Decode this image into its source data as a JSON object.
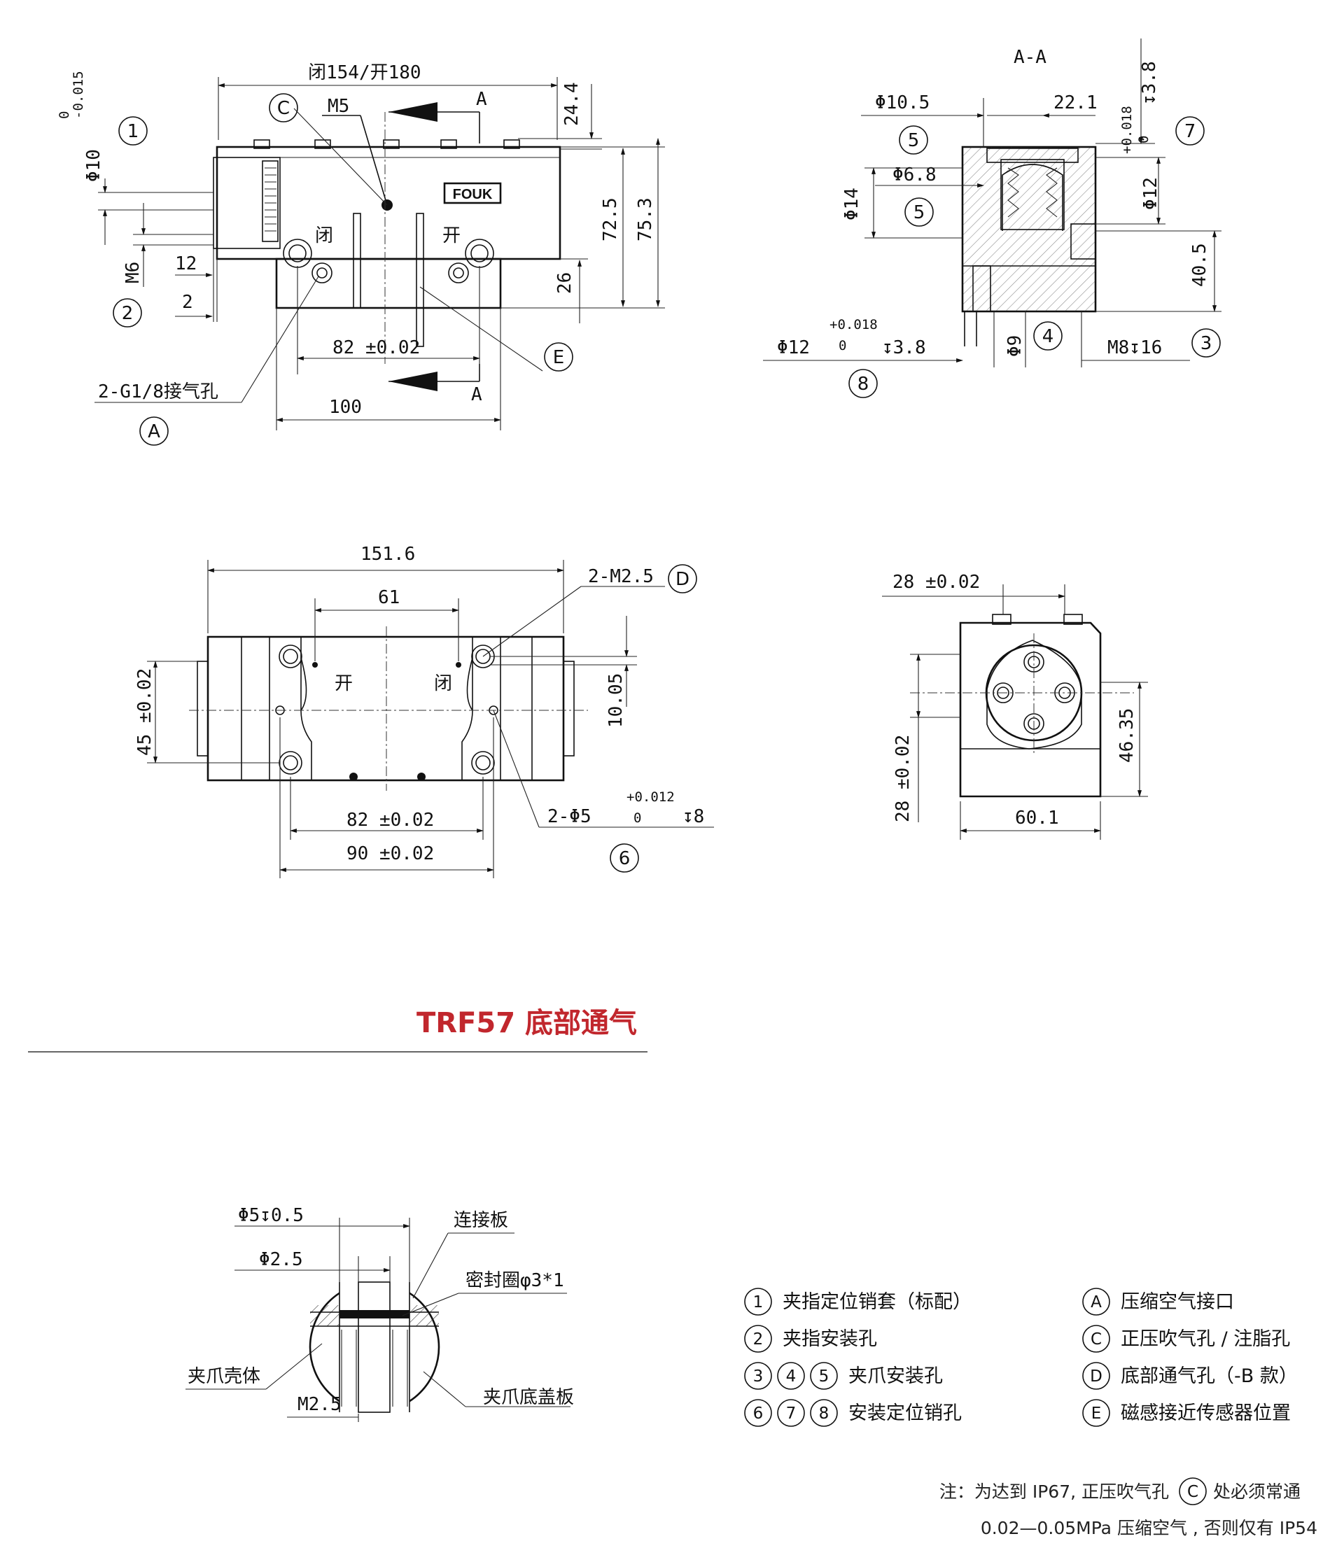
{
  "title": "TRF57 底部通气",
  "brand": "FOUK",
  "views": {
    "front": {
      "dim_length": "闭154/开180",
      "dim_m5": "M5",
      "section_a": "A",
      "dim_24_4": "24.4",
      "dim_72_5": "72.5",
      "dim_75_3": "75.3",
      "dim_26": "26",
      "dim_82": "82 ±0.02",
      "dim_100": "100",
      "dim_12": "12",
      "dim_2": "2",
      "dim_m6": "M6",
      "dim_dia10": "Φ10",
      "tol_dia10_upper": "0",
      "tol_dia10_lower": "-0.015",
      "port_label": "2-G1/8接气孔",
      "label_close": "闭",
      "label_open": "开"
    },
    "section": {
      "title": "A-A",
      "dim_10_5": "Φ10.5",
      "dim_22_1": "22.1",
      "dim_3_8_top": "↧3.8",
      "dim_6_8": "Φ6.8",
      "dim_14": "Φ14",
      "dim_12_right": "Φ12",
      "tol_right_upper": "+0.018",
      "tol_right_lower": "0",
      "dim_40_5": "40.5",
      "dim_12_bottom": "Φ12",
      "tol_bottom_upper": "+0.018",
      "tol_bottom_lower": "0",
      "dim_depth_3_8": "↧3.8",
      "dim_9": "Φ9",
      "dim_m8": "M8↧16"
    },
    "top": {
      "dim_151_6": "151.6",
      "dim_61": "61",
      "dim_m2_5": "2-M2.5",
      "dim_45": "45 ±0.02",
      "dim_10_05": "10.05",
      "dim_82": "82 ±0.02",
      "dim_90": "90 ±0.02",
      "dim_pin": "2-Φ5",
      "tol_pin_upper": "+0.012",
      "tol_pin_lower": "0",
      "dim_pin_depth": "↧8",
      "label_open": "开",
      "label_close": "闭"
    },
    "side": {
      "dim_28_top": "28 ±0.02",
      "dim_28_side": "28 ±0.02",
      "dim_46_35": "46.35",
      "dim_60_1": "60.1"
    },
    "detail": {
      "dim_5": "Φ5↧0.5",
      "dim_2_5": "Φ2.5",
      "label_plate": "连接板",
      "label_seal": "密封圈φ3*1",
      "label_body": "夹爪壳体",
      "label_m2_5": "M2.5",
      "label_cover": "夹爪底盖板"
    }
  },
  "bubbles": [
    "1",
    "2",
    "3",
    "4",
    "5",
    "6",
    "7",
    "8",
    "A",
    "C",
    "D",
    "E"
  ],
  "legend": {
    "left": [
      {
        "marks": [
          "1"
        ],
        "text": "夹指定位销套（标配）"
      },
      {
        "marks": [
          "2"
        ],
        "text": "夹指安装孔"
      },
      {
        "marks": [
          "3",
          "4",
          "5"
        ],
        "text": "夹爪安装孔"
      },
      {
        "marks": [
          "6",
          "7",
          "8"
        ],
        "text": "安装定位销孔"
      }
    ],
    "right": [
      {
        "marks": [
          "A"
        ],
        "text": "压缩空气接口"
      },
      {
        "marks": [
          "C"
        ],
        "text": "正压吹气孔 / 注脂孔"
      },
      {
        "marks": [
          "D"
        ],
        "text": "底部通气孔（-B 款）"
      },
      {
        "marks": [
          "E"
        ],
        "text": "磁感接近传感器位置"
      }
    ]
  },
  "note": {
    "line1_prefix": "注：为达到 IP67, 正压吹气孔",
    "line1_mark": "C",
    "line1_suffix": "处必须常通",
    "line2": "0.02—0.05MPa 压缩空气 , 否则仅有 IP54"
  },
  "colors": {
    "title": "#c1272d",
    "line": "#111111"
  }
}
